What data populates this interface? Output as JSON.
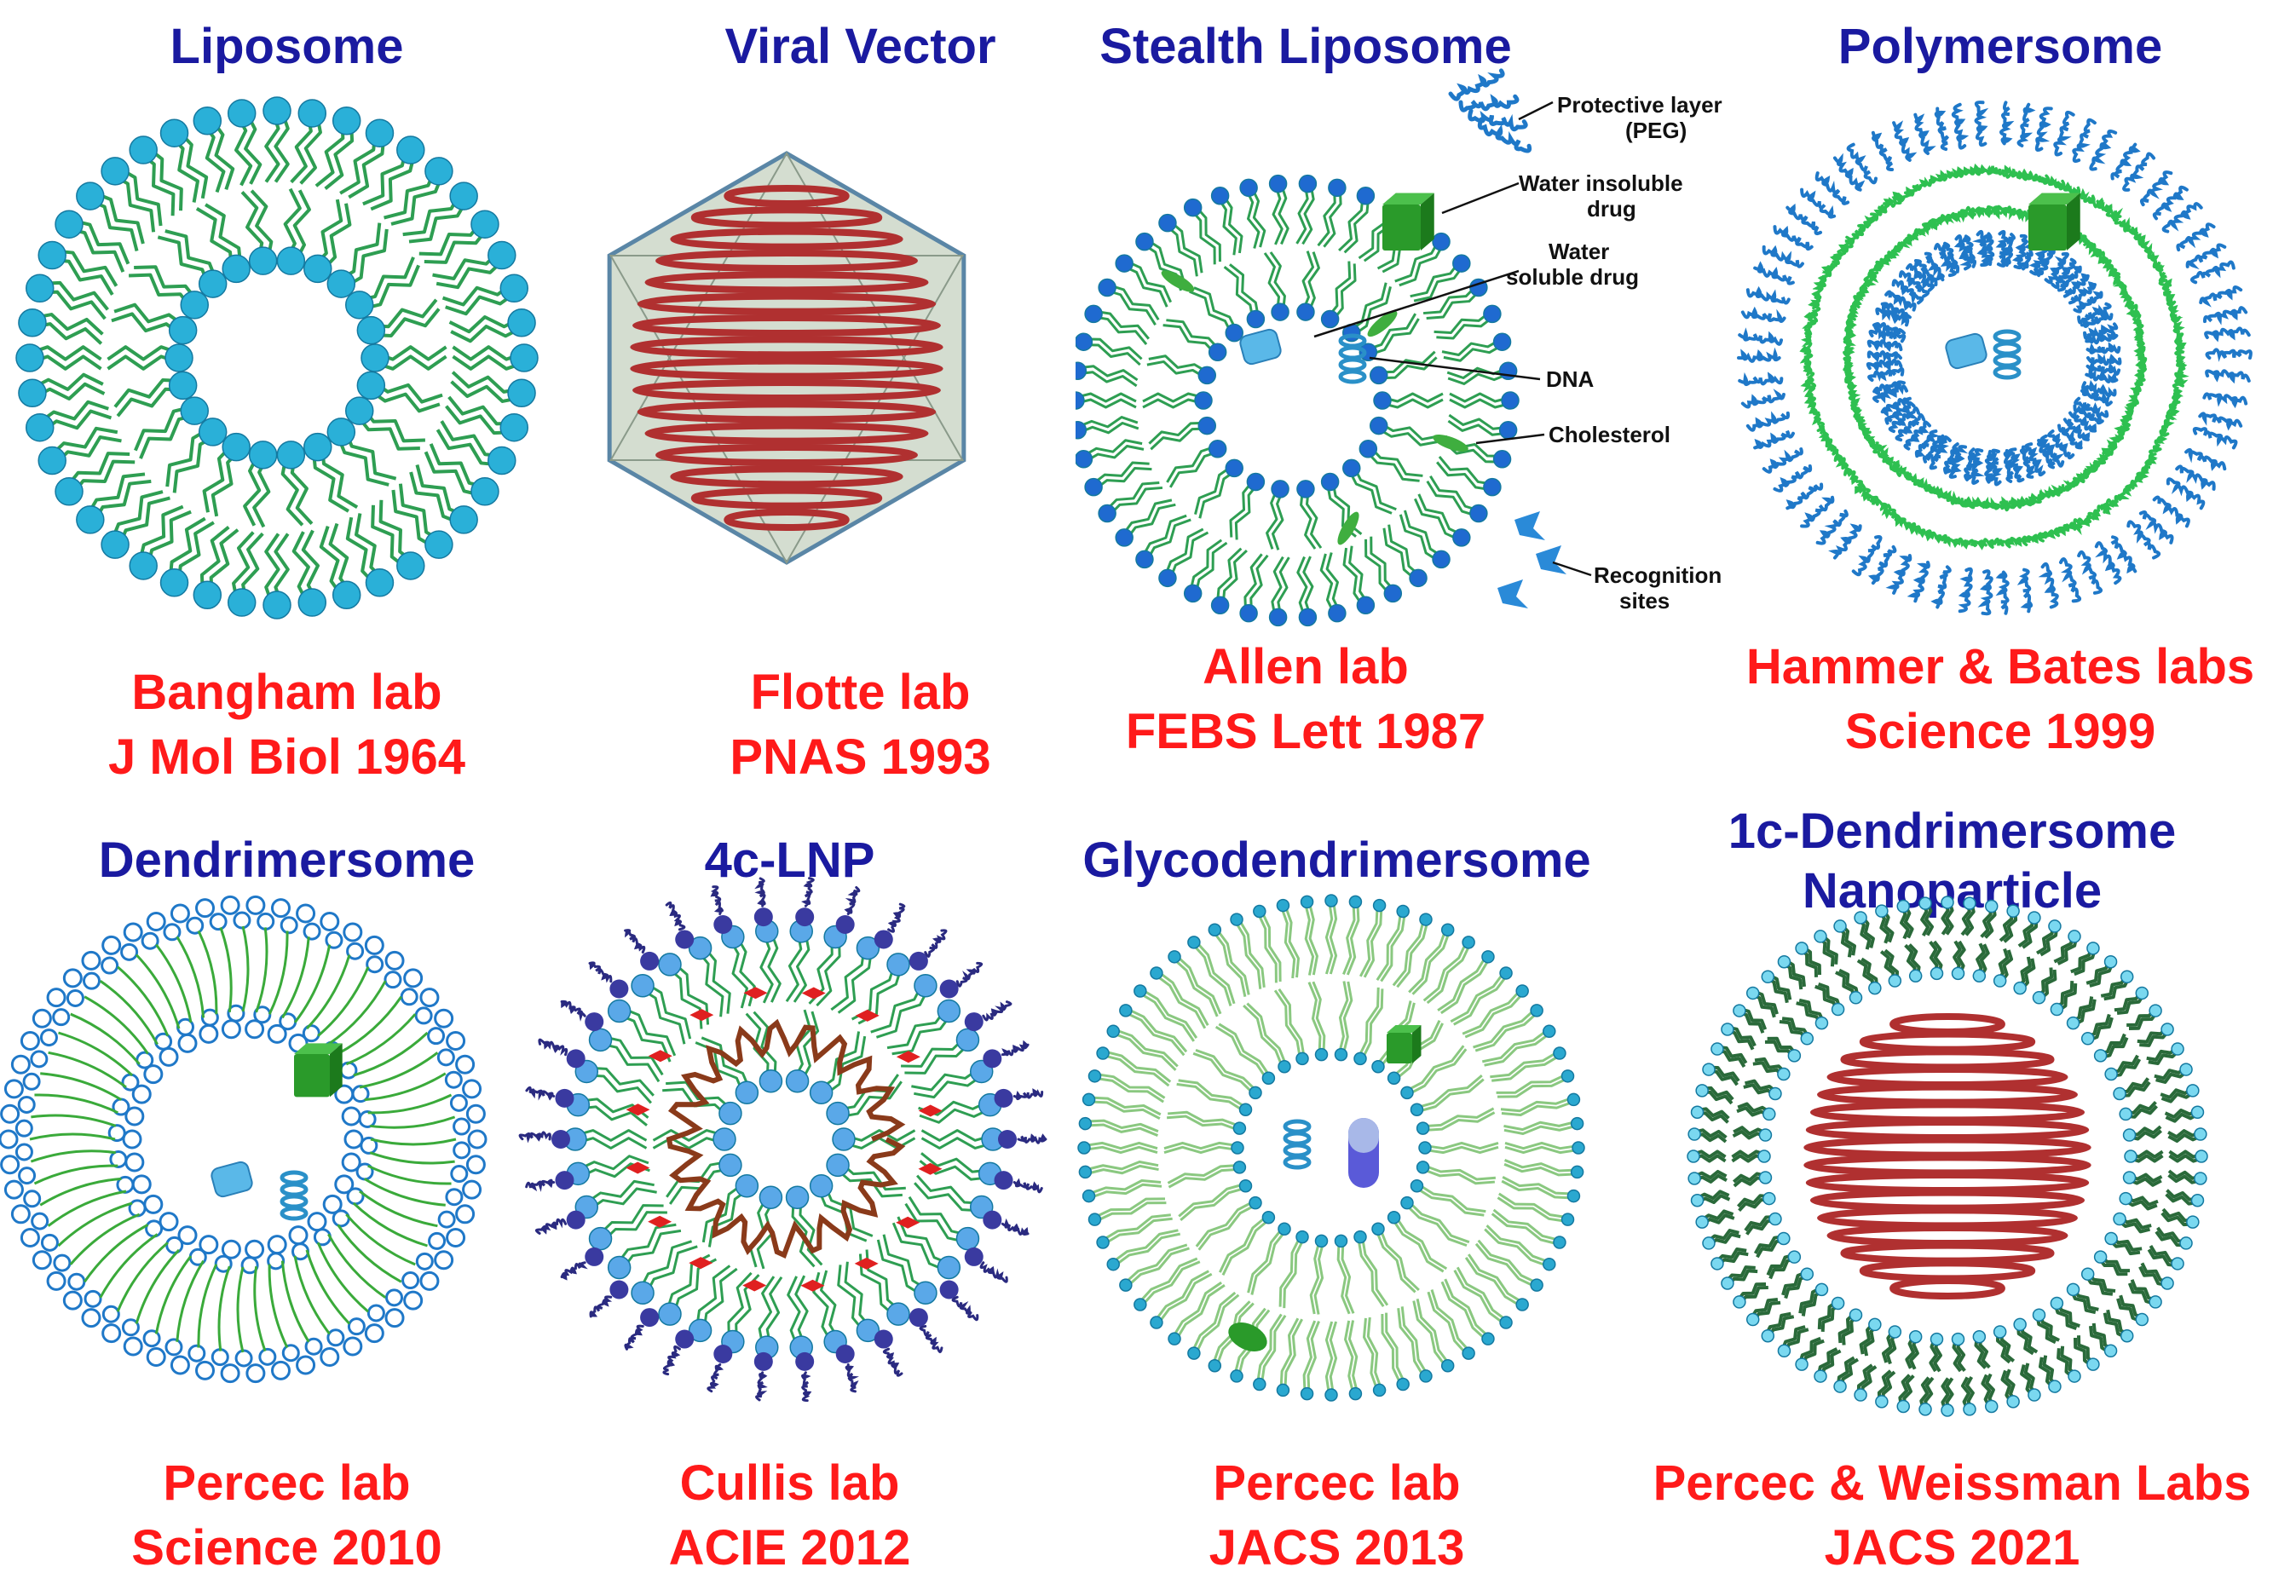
{
  "panels": [
    {
      "title": [
        "Liposome"
      ],
      "credit": [
        "Bangham lab",
        "J Mol Biol 1964"
      ]
    },
    {
      "title": [
        "Viral Vector"
      ],
      "credit": [
        "Flotte lab",
        "PNAS 1993"
      ]
    },
    {
      "title": [
        "Stealth Liposome"
      ],
      "credit": [
        "Allen lab",
        "FEBS Lett 1987"
      ]
    },
    {
      "title": [
        "Polymersome"
      ],
      "credit": [
        "Hammer & Bates labs",
        "Science 1999"
      ]
    },
    {
      "title": [
        "Dendrimersome"
      ],
      "credit": [
        "Percec lab",
        "Science 2010"
      ]
    },
    {
      "title": [
        "4c-LNP"
      ],
      "credit": [
        "Cullis lab",
        "ACIE 2012"
      ]
    },
    {
      "title": [
        "Glycodendrimersome"
      ],
      "credit": [
        "Percec lab",
        "JACS 2013"
      ]
    },
    {
      "title": [
        "1c-Dendrimersome",
        "Nanoparticle"
      ],
      "credit": [
        "Percec & Weissman Labs",
        "JACS 2021"
      ]
    }
  ],
  "annotations": {
    "protective_layer": [
      "Protective layer",
      "(PEG)"
    ],
    "water_insoluble": [
      "Water insoluble",
      "drug"
    ],
    "water_soluble": [
      "Water",
      "soluble drug"
    ],
    "dna": "DNA",
    "cholesterol": "Cholesterol",
    "recognition": [
      "Recognition",
      "sites"
    ]
  },
  "colors": {
    "title": "#1a1aa0",
    "credit": "#ff1a1a",
    "lipid_head": "#2ab0d8",
    "lipid_tail": "#2e9e52",
    "rna_helix": "#b03030",
    "polymer": "#1f78c8",
    "drug": "#2a9a2a"
  }
}
